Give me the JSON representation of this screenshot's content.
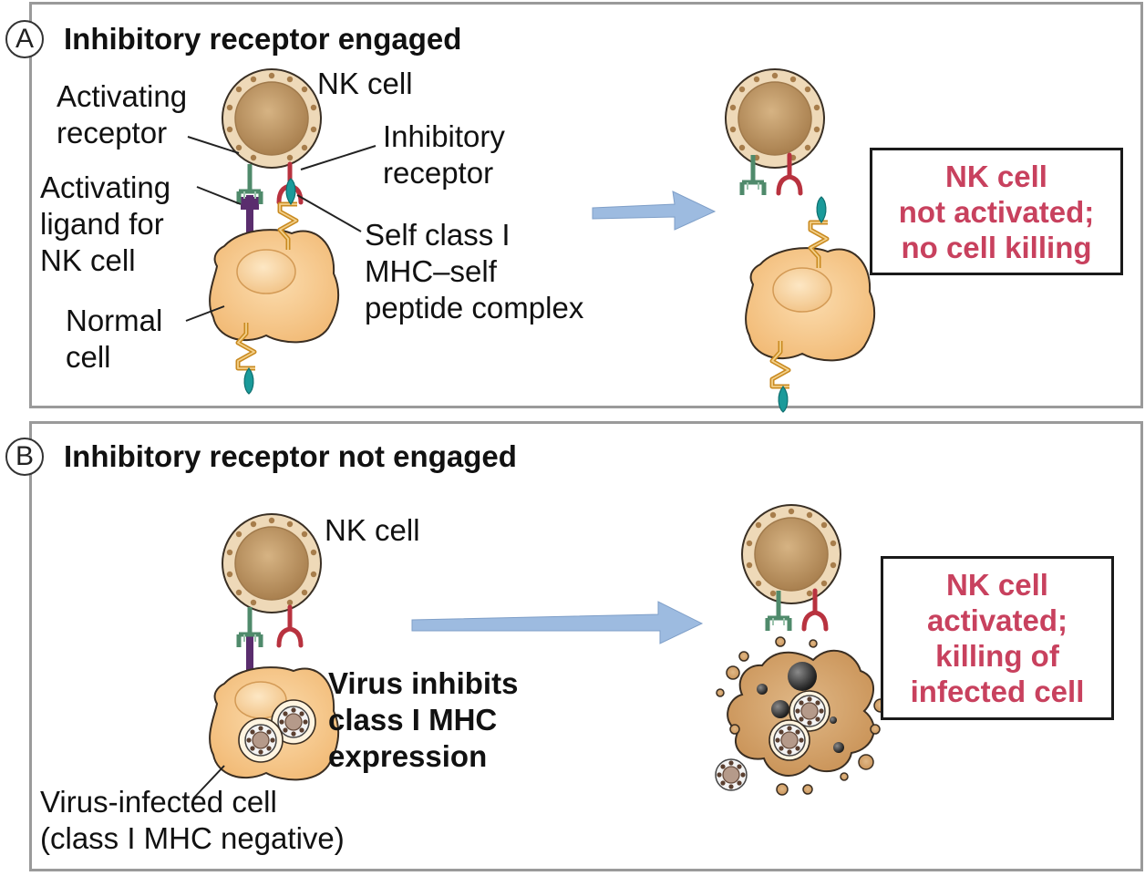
{
  "panel_a": {
    "badge": "A",
    "title": "Inhibitory receptor engaged",
    "nk_cell_label": "NK cell",
    "activating_receptor_label": "Activating\nreceptor",
    "inhibitory_receptor_label": "Inhibitory\nreceptor",
    "activating_ligand_label": "Activating\nligand for\nNK cell",
    "self_mhc_label": "Self class I\nMHC–self\npeptide complex",
    "normal_cell_label": "Normal\ncell",
    "outcome": "NK cell\nnot activated;\nno cell killing"
  },
  "panel_b": {
    "badge": "B",
    "title": "Inhibitory receptor not engaged",
    "nk_cell_label": "NK cell",
    "virus_inhibits_label": "Virus inhibits\nclass I MHC\nexpression",
    "infected_cell_label": "Virus-infected cell\n(class I MHC negative)",
    "outcome": "NK cell\nactivated;\nkilling of\ninfected cell"
  },
  "colors": {
    "nk_cell": "#d8b58a",
    "target_cell": "#f6c98e",
    "activating_receptor": "#4f8a6b",
    "inhibitory_receptor": "#b8323f",
    "ligand": "#5a2d6e",
    "mhc": "#d99a2b",
    "peptide": "#1a9a9a",
    "arrow": "#9dbbe0",
    "outcome_text": "#c8415e"
  }
}
